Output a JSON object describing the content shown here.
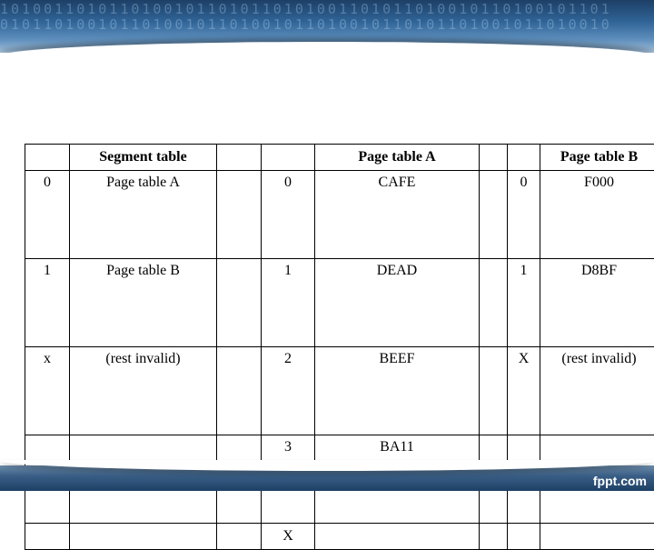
{
  "headers": {
    "segment_table": "Segment  table",
    "page_table_a": "Page  table A",
    "page_table_b": "Page table B"
  },
  "rows": [
    {
      "seg_index": "0",
      "seg_entry": "Page table A",
      "pta_index": "0",
      "pta_entry": "CAFE",
      "ptb_index": "0",
      "ptb_entry": "F000"
    },
    {
      "seg_index": "1",
      "seg_entry": "Page table  B",
      "pta_index": "1",
      "pta_entry": "DEAD",
      "ptb_index": "1",
      "ptb_entry": "D8BF"
    },
    {
      "seg_index": "x",
      "seg_entry": "(rest invalid)",
      "pta_index": "2",
      "pta_entry": "BEEF",
      "ptb_index": "X",
      "ptb_entry": "(rest invalid)"
    },
    {
      "seg_index": "",
      "seg_entry": "",
      "pta_index": "3",
      "pta_entry": "BA11",
      "ptb_index": "",
      "ptb_entry": ""
    },
    {
      "seg_index": "",
      "seg_entry": "",
      "pta_index": "X",
      "pta_entry": "",
      "ptb_index": "",
      "ptb_entry": ""
    }
  ],
  "footer": {
    "brand": "fppt.com"
  },
  "colors": {
    "banner_dark": "#1d3f66",
    "banner_light": "#5e8fbd",
    "border": "#000000"
  },
  "icons": {
    "banner": "binary-code-banner"
  }
}
